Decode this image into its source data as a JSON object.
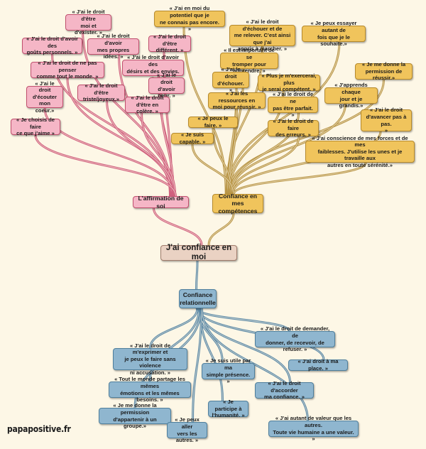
{
  "root": {
    "label": "J'ai confiance en moi"
  },
  "colors": {
    "background": "#fdf7e6",
    "pink_link": "#d0607e",
    "gold_link": "#b89546",
    "blue_link": "#5a88a6"
  },
  "branches": [
    {
      "id": "affirmation",
      "label": "L'affirmation de soi",
      "color": "pink",
      "children": [
        "« J'ai le droit d'être\nmoi et d'exister. »",
        "« J'ai le droit d'avoir des\ngoûts personnels. »",
        "« J'ai le droit d'avoir\nmes propres idées. »",
        "« J'ai le droit\nd'être différent. »",
        "« J'ai le droit de ne pas penser\ncomme tout le monde. »",
        "« J'ai le droit d'avoir des\ndésirs et des envies. »",
        "« J'ai le droit\nd'avoir peur. »",
        "« J'ai le droit\nd'écouter mon\ncoeur.»",
        "« J'ai le droit d'être\ntriste/joyeux.»",
        "« J'ai le droit\nd'être en colère. »",
        "« Je choisis de faire\nce que j'aime »"
      ]
    },
    {
      "id": "competences",
      "label": "Confiance en mes\ncompétences",
      "color": "gold",
      "children": [
        "« J'ai en moi du potentiel que je\nne connais pas encore. »",
        "« J'ai le droit d'échouer et de\nme relever. C'est ainsi que j'ai\nappris à marcher. »",
        "« Je peux essayer autant de\nfois que je le souhaite.»",
        "« Il est important de se\ntromper pour apprendre. »",
        "« Je me donne la\npermission de réussir.»",
        "« J'ai le droit\nd'échouer. »",
        "« Plus je m'exercerai, plus\nje serai compétent. »",
        "« J'ai les ressources en\nmoi pour réussir. »",
        "« J'ai le droit de ne\npas être parfait. »",
        "« J'apprends chaque\njour et je grandis.»",
        "« Je peux le faire. »",
        "« J'ai le droit de faire\ndes erreurs. »",
        "« J'ai le droit\nd'avancer pas à pas.\n»",
        "« Je suis capable. »",
        "« J'ai conscience de mes forces et de mes\nfaiblesses. J'utilise les unes et je travaille aux\nautres en toute sérénité.»"
      ]
    },
    {
      "id": "relationnelle",
      "label": "Confiance\nrelationnelle",
      "color": "blue",
      "children": [
        "« J'ai le droit de demander, de\ndonner, de recevoir, de refuser. »",
        "« J'ai le droit de m'exprimer et\nje peux le faire sans violence\nni accusation. »",
        "« J'ai droit à ma place. »",
        "« Je suis utile par ma\nsimple présence. »",
        "« Tout le monde partage les mêmes\némotions et les mêmes besoins. »",
        "« J'ai le droit d'accorder\nma confiance. »",
        "« Je participe à\nl'humanité. »",
        "« Je me donne la permission\nd'appartenir à un groupe.»",
        "« Je peux aller\nvers les autres. »",
        "« J'ai autant de valeur que les autres.\nToute vie humaine a une valeur. »"
      ]
    }
  ],
  "watermark": "papapositive.fr"
}
